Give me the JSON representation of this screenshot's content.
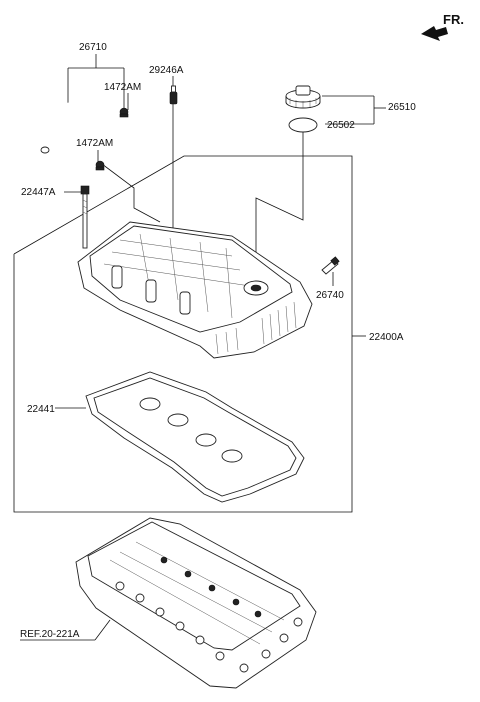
{
  "direction_indicator": {
    "label": "FR."
  },
  "callouts": {
    "hose": "26710",
    "clip_upper": "1472AM",
    "clip_lower": "1472AM",
    "pcv_valve": "29246A",
    "bolt": "22447A",
    "oil_cap": "26510",
    "cap_gasket": "26502",
    "cover_assy": "22400A",
    "sensor": "26740",
    "cover_gasket": "22441"
  },
  "reference": {
    "prefix": "REF.",
    "number": "20-221A"
  }
}
